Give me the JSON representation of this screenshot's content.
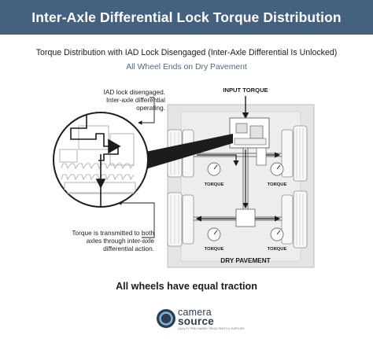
{
  "header": {
    "title": "Inter-Axle Differential Lock Torque Distribution"
  },
  "subtitle": "Torque Distribution with IAD Lock Disengaged (Inter-Axle Differential Is Unlocked)",
  "subtitle2": "All Wheel Ends on Dry Pavement",
  "callouts": {
    "top": [
      "IAD lock disengaged.",
      "Inter-axle differential",
      "operating."
    ],
    "bottom": [
      "Torque is transmitted to both",
      "axles through inter-axle",
      "differential action."
    ]
  },
  "labels": {
    "input_torque": "INPUT TORQUE",
    "torque": "TORQUE",
    "dry_pavement": "DRY PAVEMENT"
  },
  "footer": "All wheels have equal traction",
  "logo": {
    "word1": "camera",
    "word2": "source",
    "tagline": "QUALITY PRE-OWNED TRUCK PARTS & SUPPLIES"
  },
  "colors": {
    "header_bg": "#44627f",
    "accent_blue": "#4a6b8c",
    "frame_gray": "#e3e4e6"
  }
}
